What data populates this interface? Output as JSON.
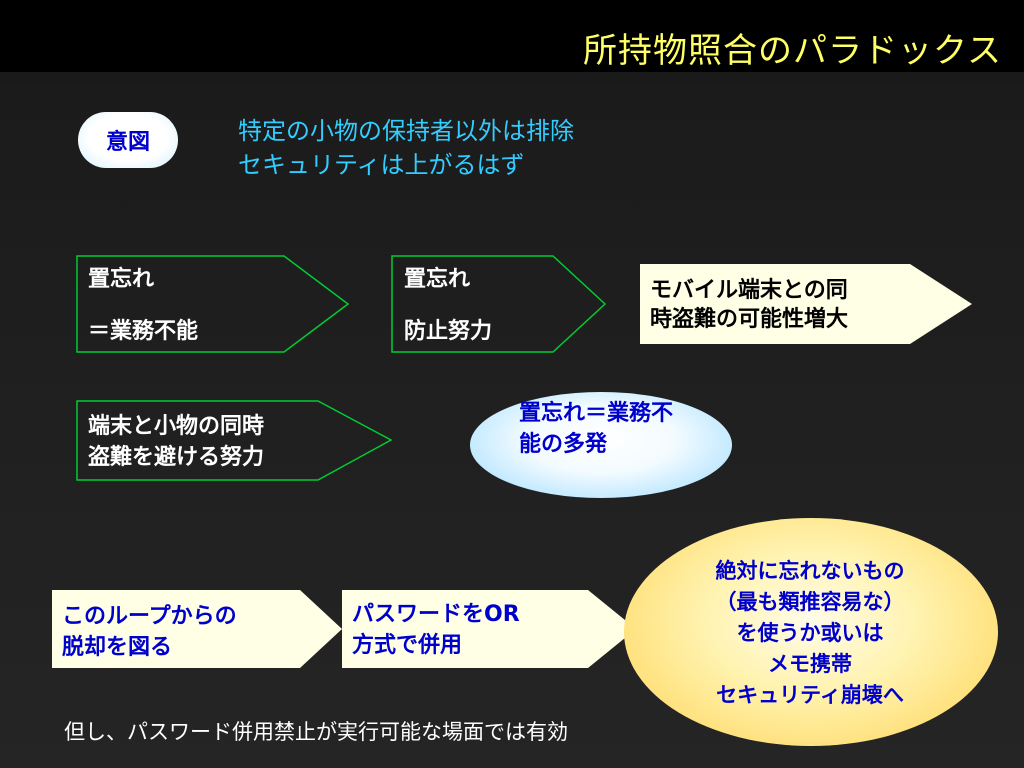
{
  "slide": {
    "title": "所持物照合のパラドックス",
    "intent": {
      "label": "意図",
      "lines": [
        "特定の小物の保持者以外は排除",
        "セキュリティは上がるはず"
      ]
    },
    "flow1": {
      "box1": [
        "置忘れ",
        "＝業務不能"
      ],
      "box2": [
        "置忘れ",
        "防止努力"
      ],
      "box3": [
        "モバイル端末との同",
        "時盗難の可能性増大"
      ]
    },
    "flow2": {
      "box1": [
        "端末と小物の同時",
        "盗難を避ける努力"
      ],
      "oval": "置忘れ＝業務不能の多発"
    },
    "flow3": {
      "box1": [
        "このループからの",
        "脱却を図る"
      ],
      "box2": [
        "パスワードをOR",
        "方式で併用"
      ],
      "oval": [
        "絶対に忘れないもの",
        "（最も類推容易な）",
        "を使うか或いは",
        "メモ携帯",
        "セキュリティ崩壊へ"
      ]
    },
    "note": "但し、パスワード併用禁止が実行可能な場面では有効"
  },
  "colors": {
    "title": "#ffff66",
    "intent_text": "#33ccff",
    "arrow_outline": "#00cc33",
    "pale_fill": "#ffffe6",
    "blue_text": "#0000cc"
  }
}
